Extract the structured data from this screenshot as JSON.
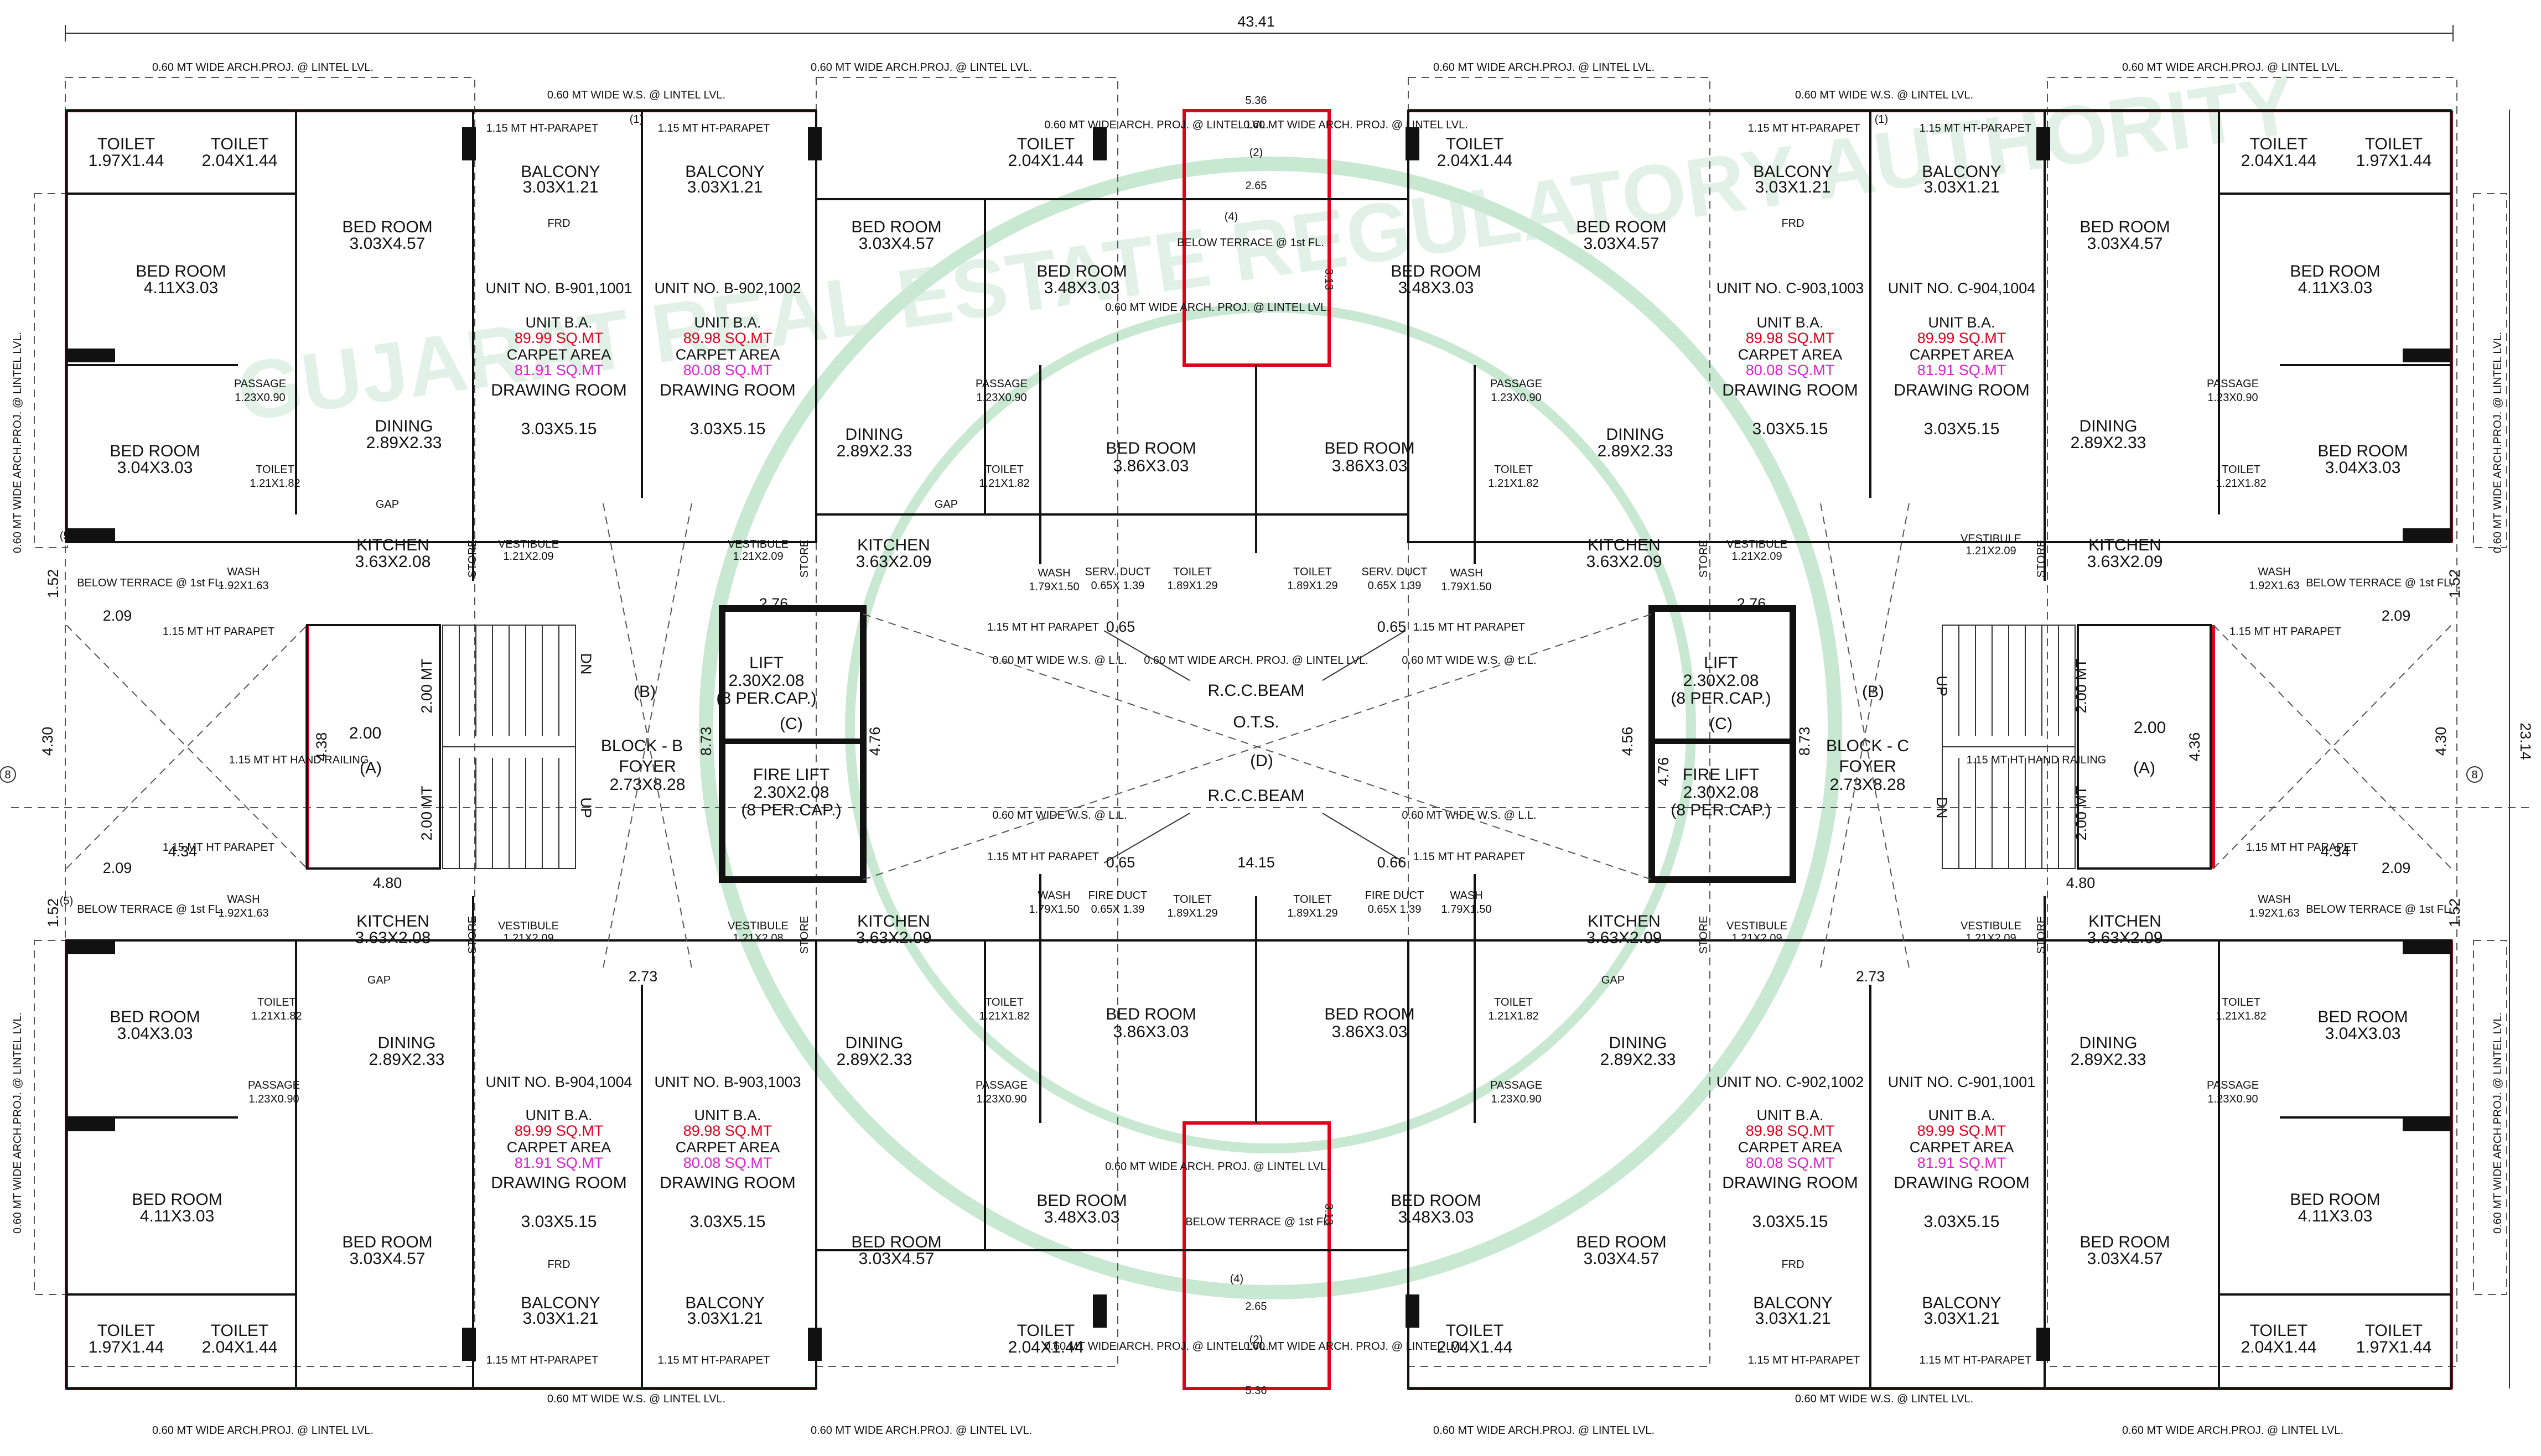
{
  "overall": {
    "width_dim": "43.41",
    "height_dim": "23.14",
    "grid_mark": "8"
  },
  "proj": {
    "arch_top": "0.60 MT WIDE ARCH.PROJ. @ LINTEL LVL.",
    "arch_side": "0.60 MT WIDE ARCH.PROJ. @ LINTEL LVL.",
    "ws_top": "0.60 MT WIDE W.S. @ LINTEL LVL.",
    "parapet": "1.15 MT HT-PARAPET",
    "parapet_short": "1.15 MT HT PARAPET",
    "wide_proj": "0.60 MT WIDE ARCH. PROJ. @ LINTEL LVL.",
    "wide_ws_ll": "0.60 MT WIDE W.S. @ L.L.",
    "below_terrace": "BELOW TERRACE @ 1st FL.",
    "hand_railing": "1.15 MT HT HAND RAILING",
    "dim_536": "5.36",
    "dim_265": "2.65",
    "dim_313": "3.13",
    "num_4": "(4)",
    "num_2": "(2)",
    "num_1": "(1)",
    "num_5": "(5)",
    "wide_short": "0.60 MT WIDE ARCH. PROJ. @ LINTEL LVL."
  },
  "rooms": {
    "toilet": "TOILET",
    "bed_room": "BED ROOM",
    "balcony": "BALCONY",
    "dining": "DINING",
    "passage": "PASSAGE",
    "kitchen": "KITCHEN",
    "store": "STORE",
    "vestibule": "VESTIBULE",
    "wash": "WASH",
    "drawing_room": "DRAWING ROOM",
    "lift": "LIFT",
    "fire_lift": "FIRE LIFT",
    "foyer": "FOYER",
    "ots": "O.T.S.",
    "rcc_beam": "R.C.C.BEAM",
    "serv_duct": "SERV. DUCT",
    "fire_duct": "FIRE DUCT",
    "gap": "GAP",
    "frd": "FRD",
    "up": "UP",
    "dn": "DN"
  },
  "dims": {
    "t197": "1.97X1.44",
    "t204": "2.04X1.44",
    "br411": "4.11X3.03",
    "br303": "3.03X4.57",
    "br304": "3.04X3.03",
    "br348": "3.48X3.03",
    "br386": "3.86X3.03",
    "bal": "3.03X1.21",
    "din": "2.89X2.33",
    "pass": "1.23X0.90",
    "t121": "1.21X1.82",
    "kit": "3.63X2.08",
    "kit2": "3.63X2.09",
    "dr": "3.03X5.15",
    "wash1": "1.92X1.63",
    "wash2": "1.79X1.50",
    "t189": "1.89X1.29",
    "vest": "1.21X2.09",
    "vest2": "1.21X2.08",
    "lift": "2.30X2.08",
    "cap": "(8 PER.CAP.)",
    "foyer": "2.73X8.28",
    "duct": "0.65X 1.39"
  },
  "units": {
    "b1": {
      "no": "UNIT NO. B-901,1001",
      "ba_label": "UNIT B.A.",
      "ba": "89.99 SQ.MT",
      "ca_label": "CARPET AREA",
      "ca": "81.91 SQ.MT"
    },
    "b2": {
      "no": "UNIT NO. B-902,1002",
      "ba_label": "UNIT B.A.",
      "ba": "89.98 SQ.MT",
      "ca_label": "CARPET AREA",
      "ca": "80.08 SQ.MT"
    },
    "c3": {
      "no": "UNIT NO. C-903,1003",
      "ba_label": "UNIT B.A.",
      "ba": "89.98 SQ.MT",
      "ca_label": "CARPET AREA",
      "ca": "80.08 SQ.MT"
    },
    "c4": {
      "no": "UNIT NO. C-904,1004",
      "ba_label": "UNIT B.A.",
      "ba": "89.99 SQ.MT",
      "ca_label": "CARPET AREA",
      "ca": "81.91 SQ.MT"
    },
    "b4": {
      "no": "UNIT NO. B-904,1004",
      "ba_label": "UNIT B.A.",
      "ba": "89.99 SQ.MT",
      "ca_label": "CARPET AREA",
      "ca": "81.91 SQ.MT"
    },
    "b3": {
      "no": "UNIT NO. B-903,1003",
      "ba_label": "UNIT B.A.",
      "ba": "89.98 SQ.MT",
      "ca_label": "CARPET AREA",
      "ca": "80.08 SQ.MT"
    },
    "c2": {
      "no": "UNIT NO. C-902,1002",
      "ba_label": "UNIT B.A.",
      "ba": "89.98 SQ.MT",
      "ca_label": "CARPET AREA",
      "ca": "80.08 SQ.MT"
    },
    "c1": {
      "no": "UNIT NO. C-901,1001",
      "ba_label": "UNIT B.A.",
      "ba": "89.99 SQ.MT",
      "ca_label": "CARPET AREA",
      "ca": "81.91 SQ.MT"
    }
  },
  "core": {
    "block_b": "BLOCK - B",
    "block_c": "BLOCK - C",
    "b_mark": "(B)",
    "a_mark": "(A)",
    "c_mark": "(C)",
    "d_mark": "(D)",
    "d276": "2.76",
    "d200mt": "2.00 MT",
    "d200": "2.00",
    "d430": "4.30",
    "d480": "4.80",
    "d873": "8.73",
    "d476": "4.76",
    "d456": "4.56",
    "d273": "2.73",
    "d1415": "14.15",
    "d065": "0.65",
    "d066": "0.66",
    "d152": "1.52",
    "d209": "2.09",
    "d434": "4.34",
    "d436": "4.36",
    "d438": "4.38"
  },
  "stamp": {
    "text": "GUJARAT REAL ESTATE REGULATORY AUTHORITY"
  }
}
